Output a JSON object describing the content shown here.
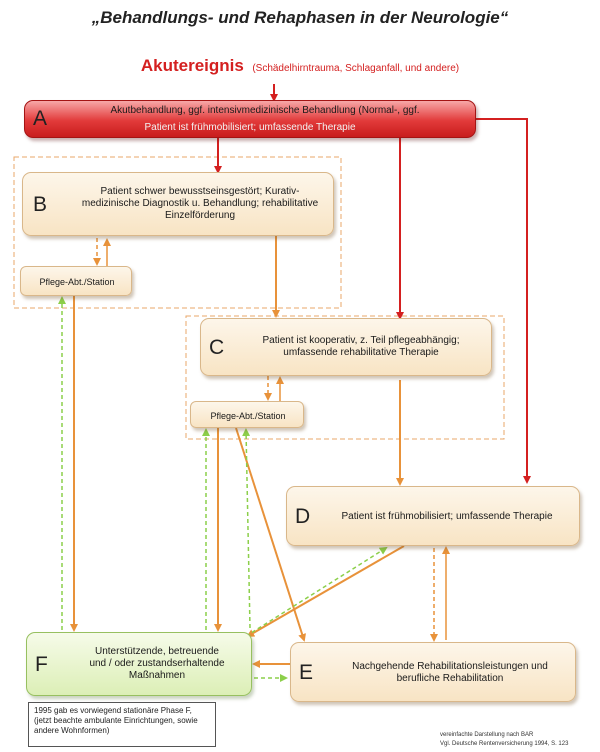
{
  "title": "„Behandlungs- und Rehaphasen in der Neurologie“",
  "acute_event": {
    "label": "Akutereignis",
    "detail": "(Schädelhirntrauma, Schlaganfall, und andere)"
  },
  "phases": [
    {
      "letter": "A",
      "text": "Akutbehandlung, ggf. intensivmedizinische Behandlung (Normal-, ggf.",
      "text2": "Patient ist frühmobilisiert; umfassende Therapie"
    },
    {
      "letter": "B",
      "text": "Patient schwer bewusstseinsgestört; Kurativ-medizinische Diagnostik u. Behandlung; rehabilitative Einzelförderung"
    },
    {
      "letter": "C",
      "text": "Patient ist kooperativ, z. Teil pflegeabhängig; umfassende rehabilitative Therapie"
    },
    {
      "letter": "D",
      "text": "Patient ist frühmobilisiert; umfassende Therapie"
    },
    {
      "letter": "E",
      "text": "Nachgehende Rehabilitationsleistungen und berufliche Rehabilitation"
    },
    {
      "letter": "F",
      "text": "Unterstützende, betreuende und / oder zustandserhaltende Maßnahmen"
    }
  ],
  "care_station_B": "Pflege-Abt./Station",
  "care_station_C": "Pflege-Abt./Station",
  "footnote": "1995 gab es vorwiegend stationäre Phase F, (jetzt beachte ambulante Einrichtungen, sowie andere Wohnformen)",
  "source_line1": "vereinfachte Darstellung nach BAR",
  "source_line2": "Vgl. Deutsche Rentenversicherung 1994, S. 123",
  "colors": {
    "red_arrow": "#d42020",
    "orange_arrow": "#e8923a",
    "green_arrow": "#8ccf4a",
    "dashed_frame": "#e8a76a"
  }
}
